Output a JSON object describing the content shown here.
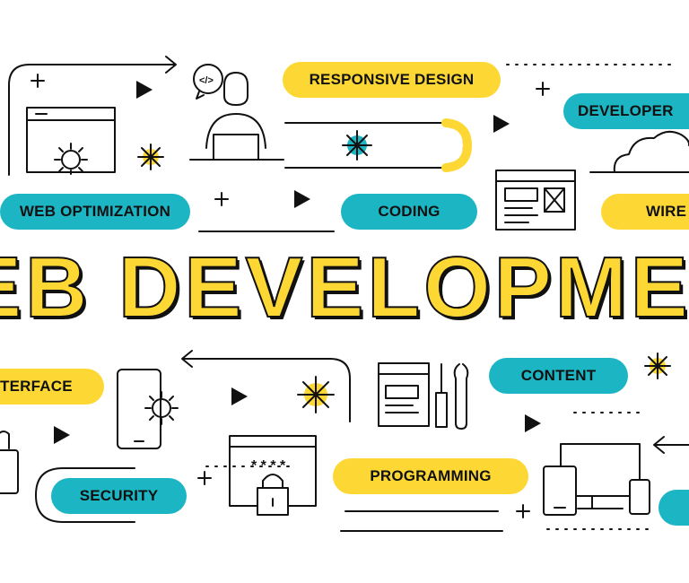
{
  "banner": {
    "title": "EB DEVELOPME"
  },
  "pills": {
    "responsive_design": "RESPONSIVE DESIGN",
    "developer": "DEVELOPER",
    "web_optimization": "WEB OPTIMIZATION",
    "coding": "CODING",
    "wire": "WIRE",
    "interface": "TERFACE",
    "content": "CONTENT",
    "programming": "PROGRAMMING",
    "security": "SECURITY"
  },
  "icons": {
    "code_bubble": "</>",
    "password_mask": "* * * *"
  },
  "colors": {
    "yellow": "#FDD835",
    "teal": "#1CB5C3",
    "ink": "#111111"
  }
}
